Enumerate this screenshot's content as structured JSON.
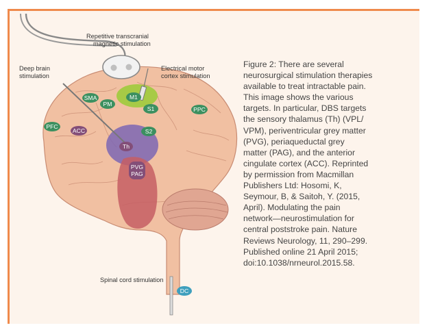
{
  "figure": {
    "labels": {
      "tms": [
        "Repetitive transcranial",
        "magnetic stimulation"
      ],
      "dbs": [
        "Deep brain",
        "stimulation"
      ],
      "emcs": [
        "Electrical motor",
        "cortex stimulation"
      ],
      "scs": "Spinal cord stimulation"
    },
    "regions": {
      "sma": "SMA",
      "pm": "PM",
      "m1": "M1",
      "s1": "S1",
      "ppc": "PPC",
      "pfc": "PFC",
      "acc": "ACC",
      "s2": "S2",
      "th": "Th",
      "pvg": "PVG",
      "pag": "PAG",
      "dc": "DC"
    },
    "colors": {
      "frame": "#ef8a4c",
      "background": "#fdf4ec",
      "brain": "#f1c0a2",
      "cerebellum": "#e0a692",
      "green_target": "#3c9060",
      "purple_target": "#834e78",
      "thalamus": "#7c66b4",
      "brainstem_region": "#c55e64",
      "m1_area": "#9ecb3c",
      "dc_target": "#3f9fbd"
    }
  },
  "caption_lines": [
    "Figure 2: There are several",
    "neurosurgical stimulation therapies",
    "available to treat intractable pain.",
    "This image shows the various",
    "targets. In particular, DBS targets",
    "the sensory thalamus (Th) (VPL/",
    "VPM), periventricular grey matter",
    "(PVG), periaqueductal grey",
    "matter (PAG), and the anterior",
    "cingulate cortex (ACC). Reprinted",
    "by permission from Macmillan",
    "Publishers Ltd: Hosomi, K,",
    "Seymour, B, & Saitoh, Y. (2015,",
    "April). Modulating the pain",
    "network—neurostimulation for",
    "central poststroke pain. Nature",
    "Reviews Neurology, 11, 290–299.",
    "Published online 21 April 2015;",
    "doi:10.1038/nrneurol.2015.58."
  ]
}
